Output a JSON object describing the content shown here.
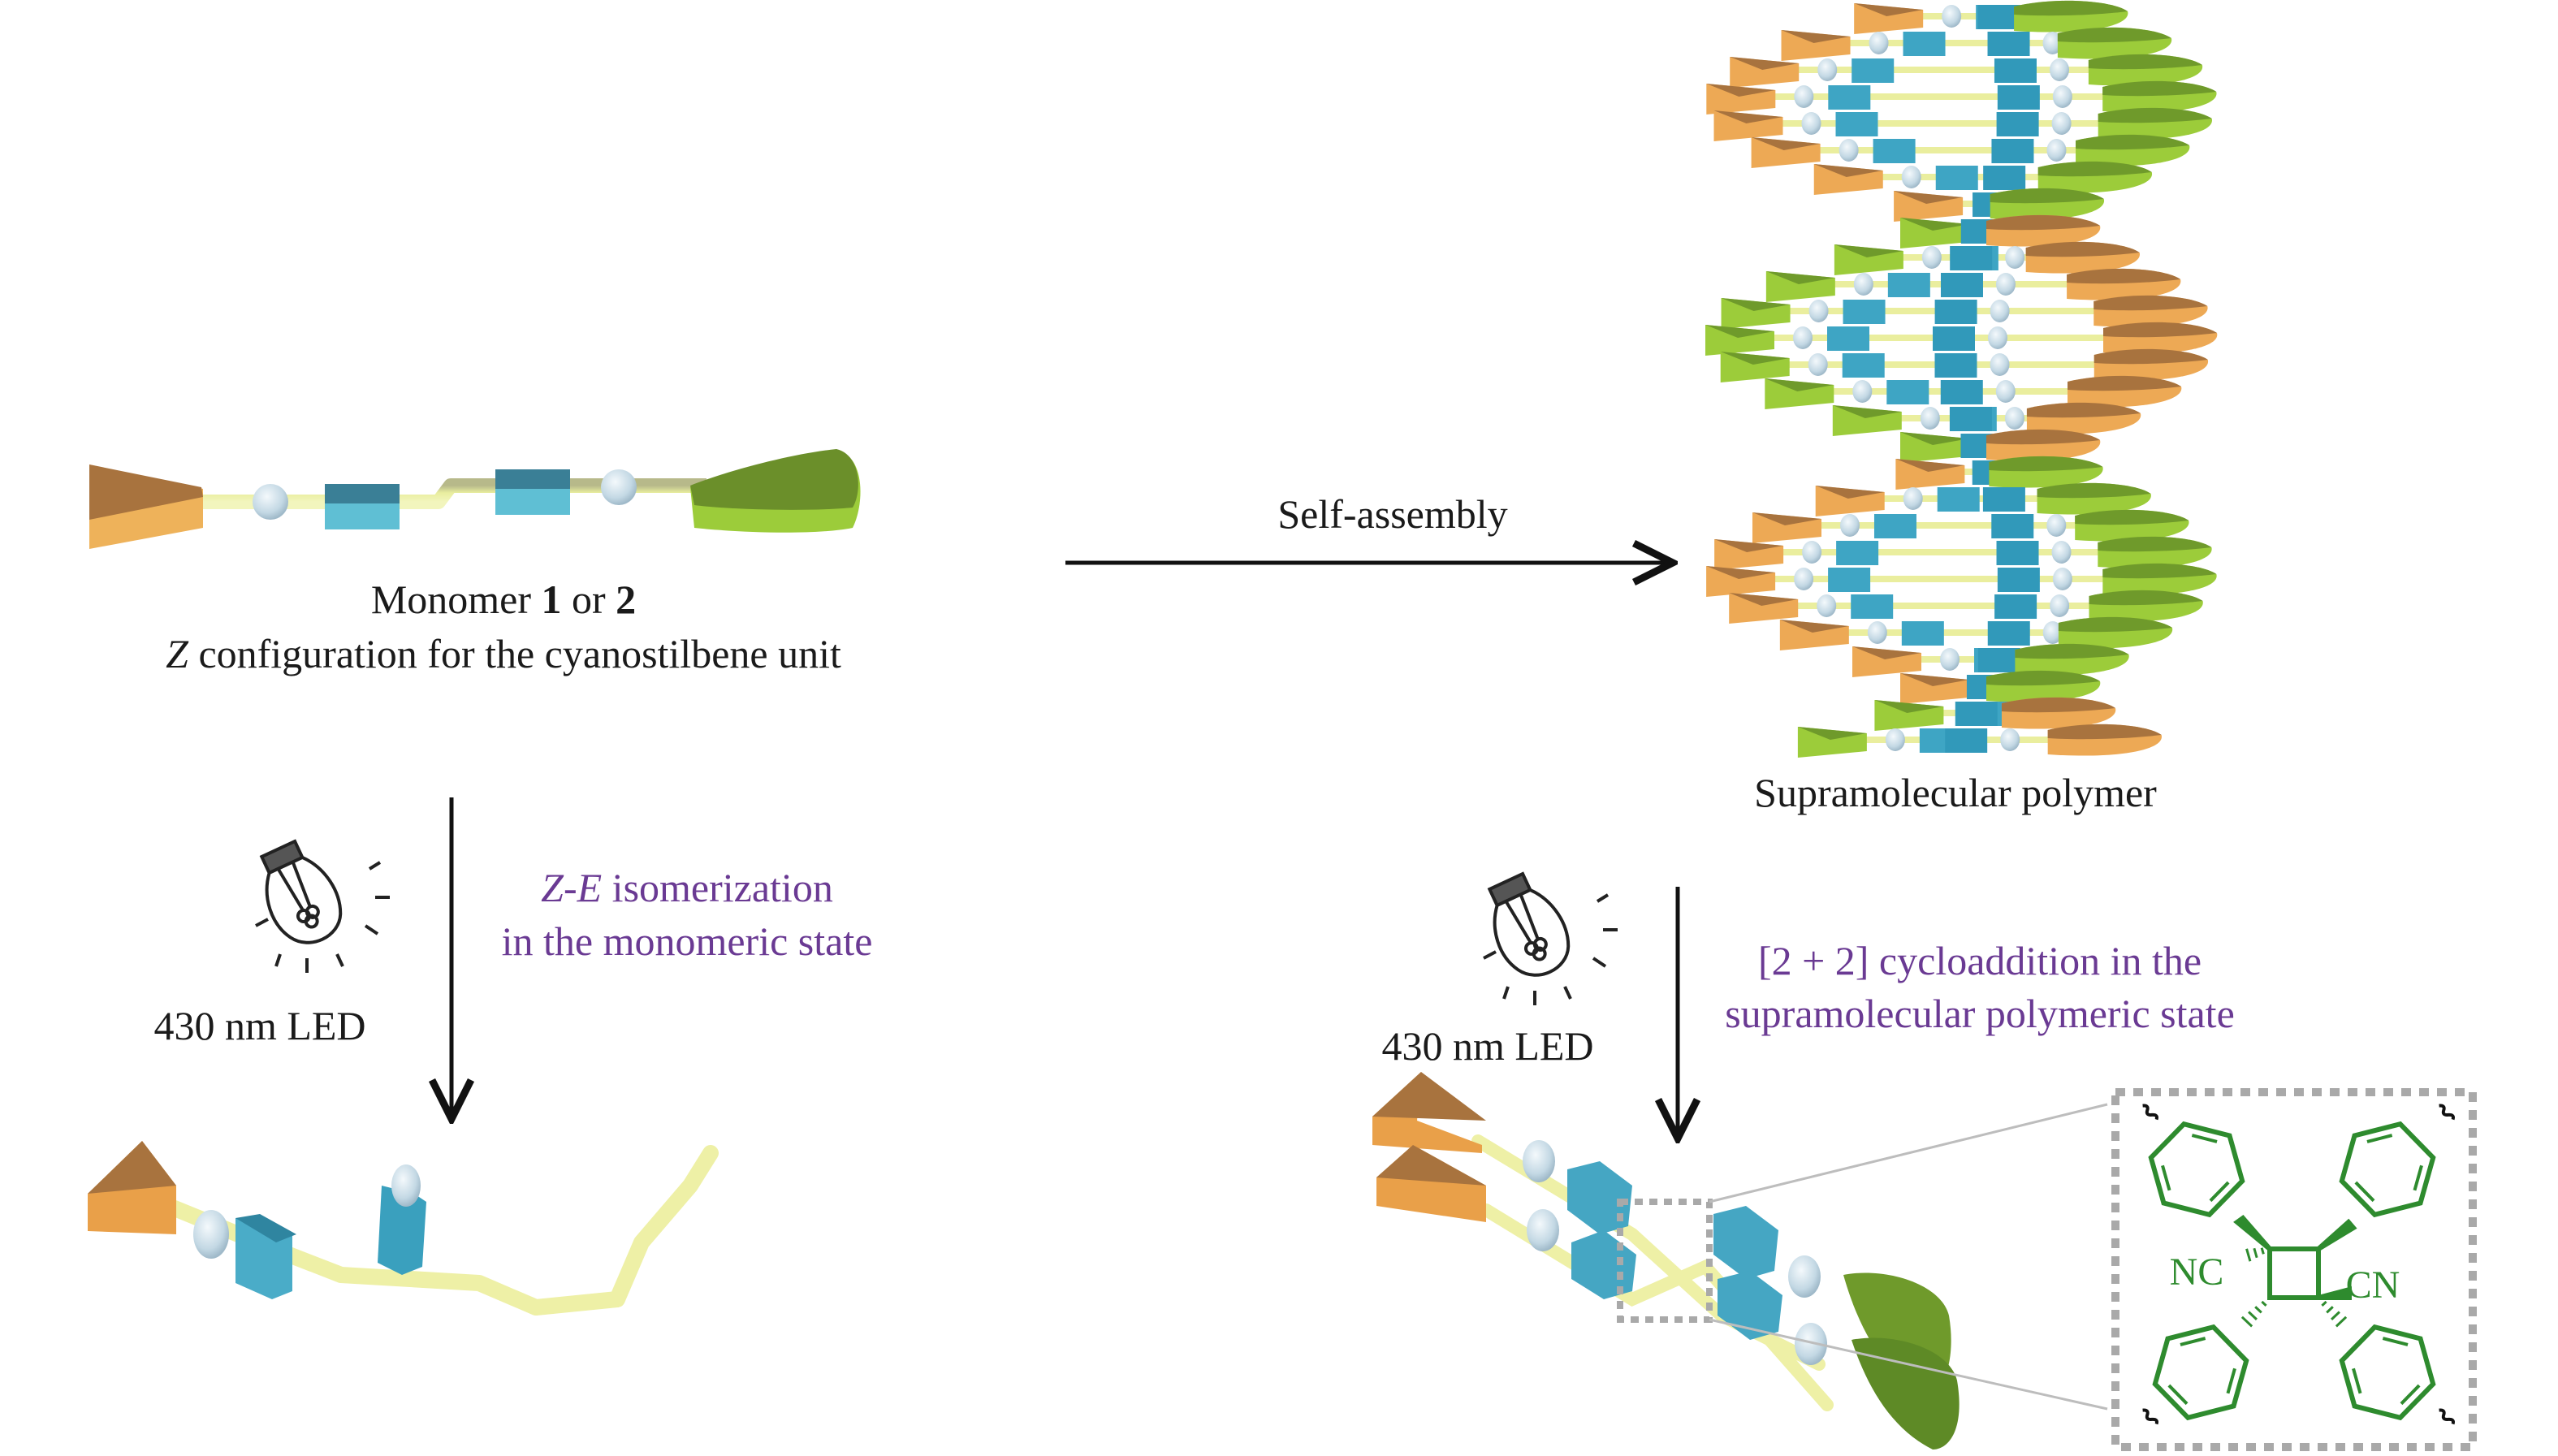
{
  "colors": {
    "text": "#1a1a1a",
    "purple": "#6a3a93",
    "chem_green": "#2e8b2e",
    "triangle_top": "#a8733e",
    "triangle_side": "#eda955",
    "triangle_side_light": "#f2c365",
    "teardrop_top": "#6f9a2b",
    "teardrop_side": "#9acb38",
    "cube_top": "#2f8aa6",
    "cube_side": "#4fb3cf",
    "linker": "#e8ec9a",
    "bead": "#cfe0ea",
    "zoom_box": "#a9a9a9"
  },
  "monomer": {
    "title_prefix": "Monomer ",
    "title_num1": "1",
    "title_mid": " or ",
    "title_num2": "2",
    "subtitle_italic": "Z",
    "subtitle_rest": " configuration for the cyanostilbene unit"
  },
  "self_assembly": {
    "label": "Self-assembly"
  },
  "polymer": {
    "caption": "Supramolecular polymer"
  },
  "left_branch": {
    "light_source": "430 nm LED",
    "process_line1_italic": "Z-E",
    "process_line1_rest": " isomerization",
    "process_line2": "in the monomeric state"
  },
  "right_branch": {
    "light_source": "430 nm LED",
    "process_line1": "[2 + 2] cycloaddition in the",
    "process_line2": "supramolecular polymeric state"
  },
  "cyclobutane": {
    "left_group": "NC",
    "right_group": "CN"
  }
}
